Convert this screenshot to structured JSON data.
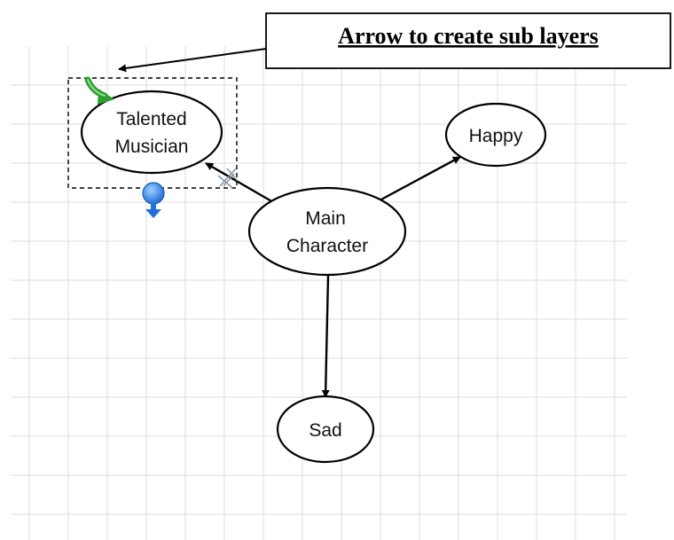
{
  "callout": {
    "text": "Arrow to create sub layers"
  },
  "nodes": {
    "talented": {
      "line1": "Talented",
      "line2": "Musician"
    },
    "happy": {
      "label": "Happy"
    },
    "main": {
      "line1": "Main",
      "line2": "Character"
    },
    "sad": {
      "label": "Sad"
    }
  },
  "colors": {
    "grid_line": "#dcdcdc",
    "selection_border": "#000000",
    "create_arrow_icon": "#2e9e2e",
    "connector_handle": "#2f7fe0"
  },
  "icons": {
    "create_arrow": "green-curved-arrow-icon",
    "connector_handle": "blue-connector-handle-icon",
    "link_break": "link-scissor-icon"
  }
}
